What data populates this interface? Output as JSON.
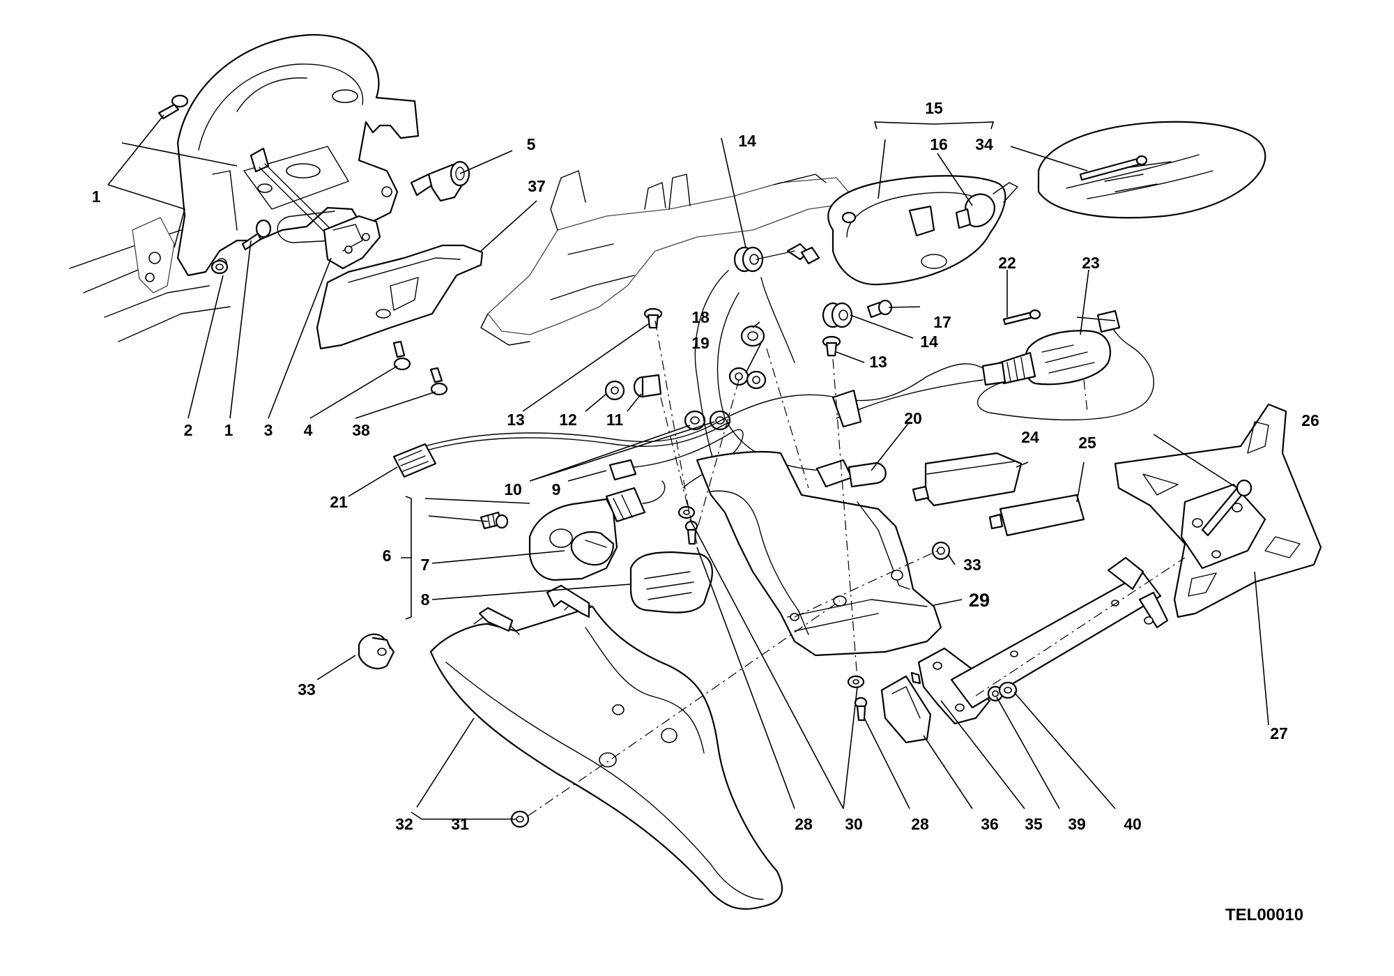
{
  "diagram": {
    "drawing_code": "TEL00010",
    "part_numbers": {
      "p1": "1",
      "p2": "2",
      "p3": "3",
      "p4": "4",
      "p5": "5",
      "p6": "6",
      "p7": "7",
      "p8": "8",
      "p9": "9",
      "p10": "10",
      "p11": "11",
      "p12": "12",
      "p13": "13",
      "p14": "14",
      "p15": "15",
      "p16": "16",
      "p17": "17",
      "p18": "18",
      "p19": "19",
      "p20": "20",
      "p21": "21",
      "p22": "22",
      "p23": "23",
      "p24": "24",
      "p25": "25",
      "p26": "26",
      "p27": "27",
      "p28": "28",
      "p29": "29",
      "p30": "30",
      "p31": "31",
      "p32": "32",
      "p33": "33",
      "p34": "34",
      "p35": "35",
      "p36": "36",
      "p37": "37",
      "p38": "38",
      "p39": "39",
      "p40": "40"
    }
  }
}
